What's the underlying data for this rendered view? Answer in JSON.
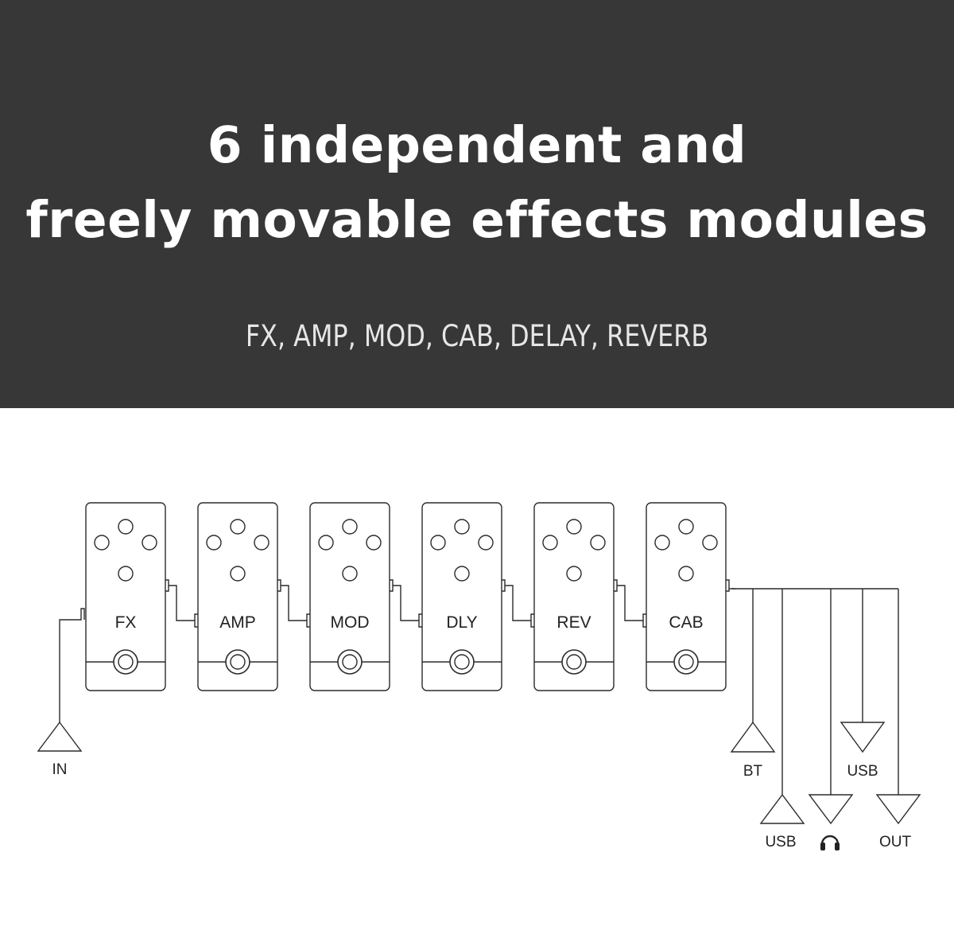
{
  "headline": {
    "line1": "6 independent and",
    "line2": "freely movable effects modules"
  },
  "subtitle": "FX, AMP, MOD, CAB, DELAY, REVERB",
  "diagram": {
    "modules": [
      "FX",
      "AMP",
      "MOD",
      "DLY",
      "REV",
      "CAB"
    ],
    "input_label": "IN",
    "bt_label": "BT",
    "usb_in_label": "USB",
    "usb_out_label": "USB",
    "headphone_icon": "headphones-icon",
    "out_label": "OUT"
  },
  "colors": {
    "banner": "#373737",
    "line": "#2b2b2b"
  }
}
